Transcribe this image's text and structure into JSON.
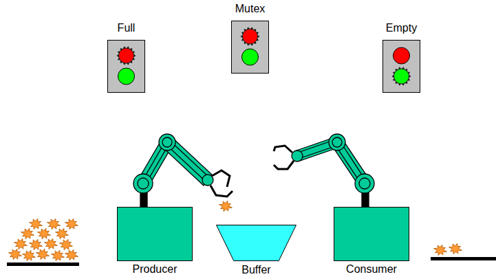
{
  "diagram": {
    "nodes": [
      {
        "text": [
          "Full"
        ]
      },
      {
        "text": [
          "Mutex"
        ]
      },
      {
        "text": [
          "Empty"
        ]
      },
      {
        "text": [
          "Producer"
        ]
      },
      {
        "text": [
          "Buffer"
        ]
      },
      {
        "text": [
          "Consumer"
        ]
      }
    ]
  }
}
